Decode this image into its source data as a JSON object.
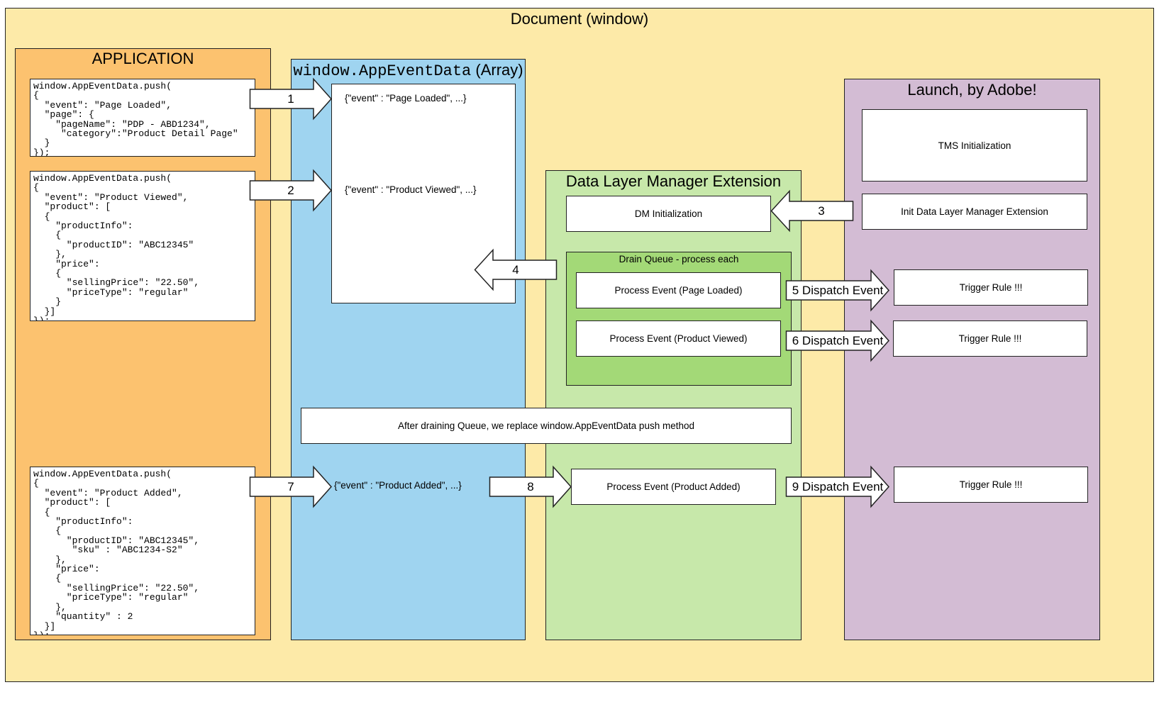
{
  "document": {
    "title": "Document (window)"
  },
  "application": {
    "title": "APPLICATION",
    "snippets": [
      "window.AppEventData.push(\n{\n  \"event\": \"Page Loaded\",\n  \"page\": {\n    \"pageName\": \"PDP - ABD1234\",\n     \"category\":\"Product Detail Page\"\n  }\n});",
      "window.AppEventData.push(\n{\n  \"event\": \"Product Viewed\",\n  \"product\": [\n  {\n    \"productInfo\":\n    {\n      \"productID\": \"ABC12345\"\n    },\n    \"price\":\n    {\n      \"sellingPrice\": \"22.50\",\n      \"priceType\": \"regular\"\n    }\n  }]\n});",
      "window.AppEventData.push(\n{\n  \"event\": \"Product Added\",\n  \"product\": [\n  {\n    \"productInfo\":\n    {\n      \"productID\": \"ABC12345\",\n       \"sku\" : \"ABC1234-S2\"\n    },\n    \"price\":\n    {\n      \"sellingPrice\": \"22.50\",\n      \"priceType\": \"regular\"\n    },\n    \"quantity\" : 2\n  }]\n});"
    ]
  },
  "array_panel": {
    "title_code": "window.AppEventData",
    "title_suffix": " (Array)",
    "events": [
      "{\"event\" : \"Page Loaded\", ...}",
      "{\"event\" : \"Product Viewed\", ...}",
      "{\"event\" : \"Product Added\", ...}"
    ]
  },
  "dlm": {
    "title": "Data Layer Manager Extension",
    "dm_init": "DM Initialization",
    "drain_title": "Drain Queue - process each",
    "process_page_loaded": "Process Event (Page Loaded)",
    "process_product_viewed": "Process Event (Product Viewed)",
    "replace_note": "After draining Queue, we replace window.AppEventData push method",
    "process_product_added": "Process Event (Product Added)"
  },
  "launch": {
    "title": "Launch, by Adobe!",
    "tms_init": "TMS Initialization",
    "init_dlm": "Init Data Layer Manager Extension",
    "trigger_rule": "Trigger Rule !!!"
  },
  "arrows": {
    "a1": "1",
    "a2": "2",
    "a3": "3",
    "a4": "4",
    "a5": "5 Dispatch Event",
    "a6": "6 Dispatch Event",
    "a7": "7",
    "a8": "8",
    "a9": "9 Dispatch Event"
  },
  "colors": {
    "document_bg": "#fdeaa8",
    "application_bg": "#fcc26f",
    "array_bg": "#9fd4f0",
    "dlm_bg": "#c7e8aa",
    "drain_bg": "#a3d977",
    "launch_bg": "#d3bcd4"
  }
}
